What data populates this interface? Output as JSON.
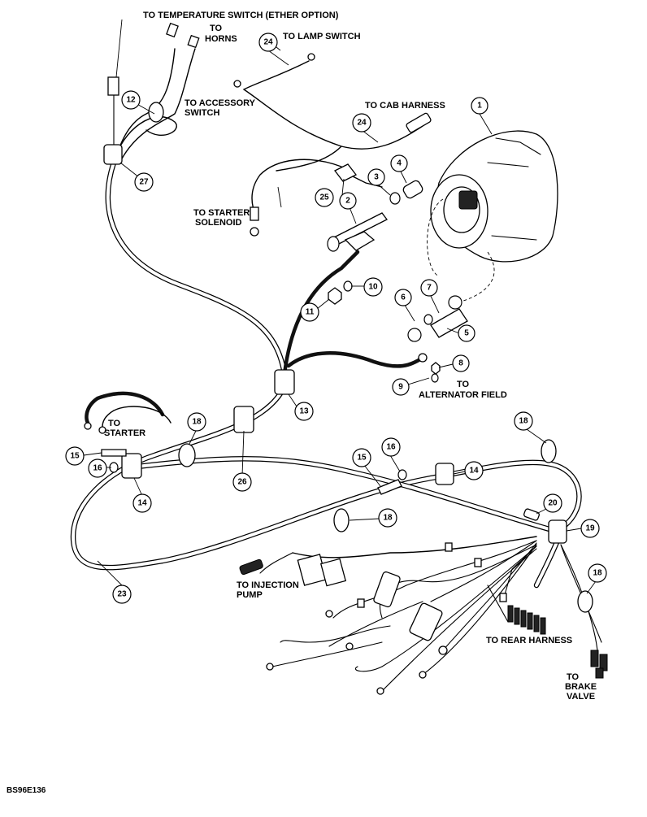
{
  "labels": {
    "temp_switch": "TO TEMPERATURE SWITCH (ETHER OPTION)",
    "horns_1": "TO",
    "horns_2": "HORNS",
    "lamp_switch": "TO LAMP SWITCH",
    "accessory_1": "TO ACCESSORY",
    "accessory_2": "SWITCH",
    "cab_harness": "TO CAB HARNESS",
    "solenoid_1": "TO STARTER",
    "solenoid_2": "SOLENOID",
    "starter_1": "TO",
    "starter_2": "STARTER",
    "alt_field_1": "TO",
    "alt_field_2": "ALTERNATOR FIELD",
    "injection_1": "TO INJECTION",
    "injection_2": "PUMP",
    "rear_harness": "TO REAR HARNESS",
    "brake_1": "TO",
    "brake_2": "BRAKE",
    "brake_3": "VALVE"
  },
  "callouts": {
    "c1": "1",
    "c2": "2",
    "c3": "3",
    "c4": "4",
    "c5": "5",
    "c6": "6",
    "c7": "7",
    "c8": "8",
    "c9": "9",
    "c10": "10",
    "c11": "11",
    "c12": "12",
    "c13": "13",
    "c14a": "14",
    "c14b": "14",
    "c15a": "15",
    "c15b": "15",
    "c16a": "16",
    "c16b": "16",
    "c18a": "18",
    "c18b": "18",
    "c18c": "18",
    "c18d": "18",
    "c19": "19",
    "c20": "20",
    "c23": "23",
    "c24a": "24",
    "c24b": "24",
    "c25": "25",
    "c26": "26",
    "c27": "27"
  },
  "figure_code": "BS96E136"
}
